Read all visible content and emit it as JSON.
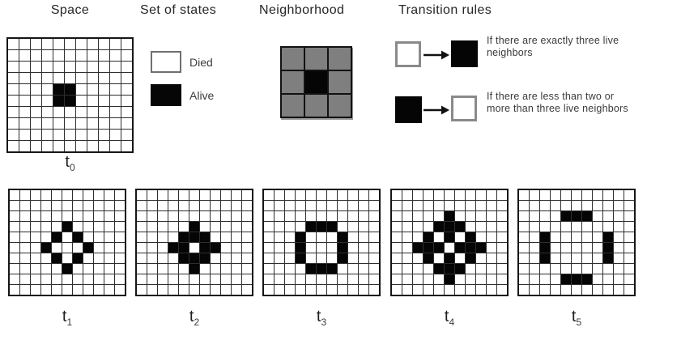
{
  "headers": {
    "space": "Space",
    "set_of_states": "Set of states",
    "neighborhood": "Neighborhood",
    "transition_rules": "Transition rules"
  },
  "legend": {
    "died_label": "Died",
    "alive_label": "Alive"
  },
  "transition_rules": [
    {
      "from_state": "dead",
      "to_state": "alive",
      "lines": [
        "If there are exactly three live",
        "neighbors"
      ]
    },
    {
      "from_state": "alive",
      "to_state": "dead",
      "lines": [
        "If there are less than two or",
        "more than three live neighbors"
      ]
    }
  ],
  "neighborhood_grid": {
    "rows": 3,
    "cols": 3,
    "center_state": "alive",
    "outer_state": "neighbor"
  },
  "colors": {
    "alive": "#050505",
    "died": "#ffffff",
    "neighbor_gray": "#7f7f7f",
    "grid_line": "#2e2e2e"
  },
  "cellular_grids": [
    {
      "label_base": "t",
      "label_sub": "0",
      "rows": 10,
      "cols": 11,
      "live_cells": [
        [
          4,
          4
        ],
        [
          4,
          5
        ],
        [
          5,
          4
        ],
        [
          5,
          5
        ]
      ]
    },
    {
      "label_base": "t",
      "label_sub": "1",
      "rows": 10,
      "cols": 11,
      "live_cells": [
        [
          3,
          5
        ],
        [
          4,
          4
        ],
        [
          4,
          6
        ],
        [
          5,
          3
        ],
        [
          5,
          7
        ],
        [
          6,
          4
        ],
        [
          6,
          6
        ],
        [
          7,
          5
        ]
      ]
    },
    {
      "label_base": "t",
      "label_sub": "2",
      "rows": 10,
      "cols": 11,
      "live_cells": [
        [
          3,
          5
        ],
        [
          4,
          4
        ],
        [
          4,
          5
        ],
        [
          4,
          6
        ],
        [
          5,
          3
        ],
        [
          5,
          4
        ],
        [
          5,
          6
        ],
        [
          5,
          7
        ],
        [
          6,
          4
        ],
        [
          6,
          5
        ],
        [
          6,
          6
        ],
        [
          7,
          5
        ]
      ]
    },
    {
      "label_base": "t",
      "label_sub": "3",
      "rows": 10,
      "cols": 11,
      "live_cells": [
        [
          3,
          4
        ],
        [
          3,
          5
        ],
        [
          3,
          6
        ],
        [
          4,
          3
        ],
        [
          4,
          7
        ],
        [
          5,
          3
        ],
        [
          5,
          7
        ],
        [
          6,
          3
        ],
        [
          6,
          7
        ],
        [
          7,
          4
        ],
        [
          7,
          5
        ],
        [
          7,
          6
        ]
      ]
    },
    {
      "label_base": "t",
      "label_sub": "4",
      "rows": 10,
      "cols": 11,
      "live_cells": [
        [
          2,
          5
        ],
        [
          3,
          4
        ],
        [
          3,
          5
        ],
        [
          3,
          6
        ],
        [
          4,
          3
        ],
        [
          4,
          5
        ],
        [
          4,
          7
        ],
        [
          5,
          2
        ],
        [
          5,
          3
        ],
        [
          5,
          4
        ],
        [
          5,
          6
        ],
        [
          5,
          7
        ],
        [
          5,
          8
        ],
        [
          6,
          3
        ],
        [
          6,
          5
        ],
        [
          6,
          7
        ],
        [
          7,
          4
        ],
        [
          7,
          5
        ],
        [
          7,
          6
        ],
        [
          8,
          5
        ]
      ]
    },
    {
      "label_base": "t",
      "label_sub": "5",
      "rows": 10,
      "cols": 11,
      "live_cells": [
        [
          2,
          4
        ],
        [
          2,
          5
        ],
        [
          2,
          6
        ],
        [
          4,
          2
        ],
        [
          4,
          8
        ],
        [
          5,
          2
        ],
        [
          5,
          8
        ],
        [
          6,
          2
        ],
        [
          6,
          8
        ],
        [
          8,
          4
        ],
        [
          8,
          5
        ],
        [
          8,
          6
        ]
      ]
    }
  ]
}
